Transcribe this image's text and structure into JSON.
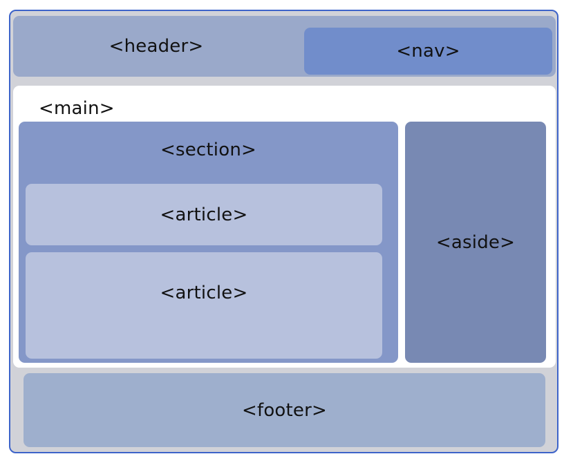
{
  "diagram": {
    "labels": {
      "header": "<header>",
      "nav": "<nav>",
      "main": "<main>",
      "section": "<section>",
      "article_1": "<article>",
      "article_2": "<article>",
      "aside": "<aside>",
      "footer": "<footer>"
    },
    "colors": {
      "outline": "#3d63c9",
      "page_background": "#d1d2d8",
      "header": "#9aa9ca",
      "nav": "#718dcb",
      "main": "#ffffff",
      "section": "#8497c8",
      "article": "#b7c1dd",
      "aside": "#7889b3",
      "footer": "#9eafcd"
    }
  }
}
